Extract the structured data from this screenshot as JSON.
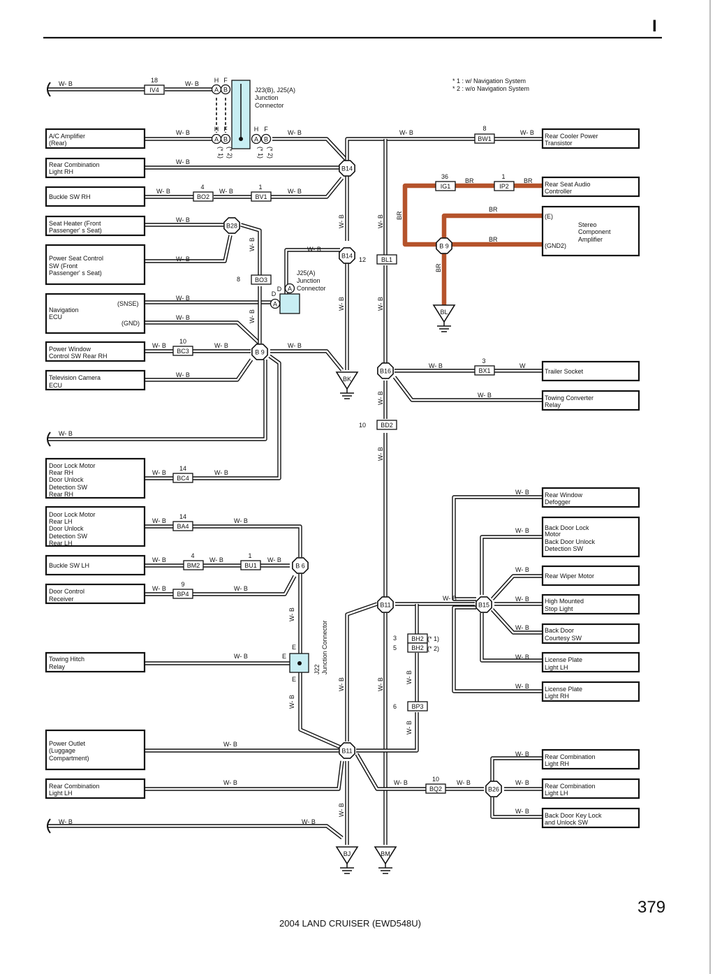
{
  "page": {
    "letter": "I",
    "number": "379",
    "footer": "2004 LAND CRUISER (EWD548U)"
  },
  "notes": [
    "* 1 : w/ Navigation System",
    "* 2 : w/o Navigation System"
  ],
  "junction_connectors": {
    "j23_j25": {
      "title": "J23(B), J25(A)",
      "sub1": "Junction",
      "sub2": "Connector"
    },
    "j25a": {
      "title": "J25(A)",
      "sub1": "Junction",
      "sub2": "Connector"
    },
    "j22": {
      "title": "J22",
      "sub": "Junction Connector"
    }
  },
  "pin_labels": {
    "a": "A",
    "b": "B",
    "d": "D",
    "e": "E",
    "f": "F",
    "h": "H",
    "n1": "(* 1)",
    "n2": "(* 2)"
  },
  "wire_colors": {
    "wb": "W- B",
    "br": "BR",
    "w": "W"
  },
  "colors": {
    "wire": "#111111",
    "br_wire": "#b5532b",
    "junction_fill": "#c8eef3"
  },
  "left_components": [
    "A/C Amplifier",
    "(Rear)",
    "Rear Combination",
    "Light RH",
    "Buckle SW RH",
    "Seat Heater (Front",
    "Passenger' s Seat)",
    "Power Seat Control",
    "SW (Front",
    "Passenger' s Seat)",
    "Navigation",
    "ECU",
    "(SNSE)",
    "(GND)",
    "Power Window",
    "Control SW Rear RH",
    "Television Camera",
    "ECU",
    "Door Lock Motor",
    "Rear RH",
    "Door Unlock",
    "Detection SW",
    "Rear RH",
    "Door Lock Motor",
    "Rear LH",
    "Door Unlock",
    "Detection SW",
    "Rear LH",
    "Buckle SW LH",
    "Door Control",
    "Receiver",
    "Towing Hitch",
    "Relay",
    "Power Outlet",
    "(Luggage",
    " Compartment)",
    "Rear Combination",
    "Light LH"
  ],
  "right_components": [
    "Rear Cooler Power",
    "Transistor",
    "Rear Seat Audio",
    "Controller",
    "(E)",
    "Stereo",
    "Component",
    "Amplifier",
    "(GND2)",
    "Trailer Socket",
    "Towing Converter",
    "Relay",
    "Rear Window",
    "Defogger",
    "Back Door Lock",
    "Motor",
    "Back Door Unlock",
    "Detection SW",
    "Rear Wiper Motor",
    "High Mounted",
    "Stop Light",
    "Back Door",
    "Courtesy SW",
    "License Plate",
    "Light LH",
    "License Plate",
    "Light RH",
    "Rear Combination",
    "Light RH",
    "Rear Combination",
    "Light LH",
    "Back Door Key Lock",
    "and Unlock SW"
  ],
  "connectors": [
    {
      "id": "IV4",
      "pin": "18"
    },
    {
      "id": "BW1",
      "pin": "8"
    },
    {
      "id": "BO2",
      "pin": "4"
    },
    {
      "id": "BV1",
      "pin": "1"
    },
    {
      "id": "IG1",
      "pin": "36"
    },
    {
      "id": "IP2",
      "pin": "1"
    },
    {
      "id": "BO3",
      "pin": "8"
    },
    {
      "id": "BL1",
      "pin": "12"
    },
    {
      "id": "BC3",
      "pin": "10"
    },
    {
      "id": "BX1",
      "pin": "3"
    },
    {
      "id": "BD2",
      "pin": "10"
    },
    {
      "id": "BC4",
      "pin": "14"
    },
    {
      "id": "BA4",
      "pin": "14"
    },
    {
      "id": "BM2",
      "pin": "4"
    },
    {
      "id": "BU1",
      "pin": "1"
    },
    {
      "id": "BP4",
      "pin": "9"
    },
    {
      "id": "BH2",
      "pin": "3"
    },
    {
      "id": "BH2",
      "pin": "5"
    },
    {
      "id": "BP3",
      "pin": "6"
    },
    {
      "id": "BQ2",
      "pin": "10"
    }
  ],
  "splices": [
    "B14",
    "B28",
    "B14",
    "B 9",
    "B 9",
    "B16",
    "B 6",
    "B11",
    "B15",
    "B11",
    "B26"
  ],
  "grounds": [
    "BK",
    "BL",
    "BJ",
    "BM"
  ]
}
